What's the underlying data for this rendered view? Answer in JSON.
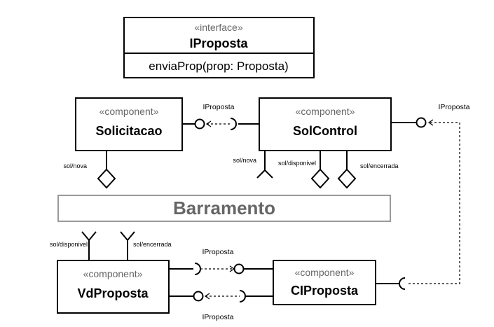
{
  "interface_box": {
    "stereotype": "«interface»",
    "name": "IProposta",
    "operation": "enviaProp(prop: Proposta)"
  },
  "components": {
    "solicitacao": {
      "stereotype": "«component»",
      "name": "Solicitacao"
    },
    "solcontrol": {
      "stereotype": "«component»",
      "name": "SolControl"
    },
    "vdproposta": {
      "stereotype": "«component»",
      "name": "VdProposta"
    },
    "ciproposta": {
      "stereotype": "«component»",
      "name": "CIProposta"
    }
  },
  "bus": {
    "name": "Barramento"
  },
  "labels": {
    "iproposta_top": "IProposta",
    "iproposta_right": "IProposta",
    "iproposta_mid": "IProposta",
    "iproposta_bottom": "IProposta",
    "sol_nova_left": "sol/nova",
    "sol_nova_right": "sol/nova",
    "sol_disponivel_top": "sol/disponivel",
    "sol_encerrada_top": "sol/encerrada",
    "sol_disponivel_bottom": "sol/disponivel",
    "sol_encerrada_bottom": "sol/encerrada"
  },
  "colors": {
    "stereotype_text": "#666666",
    "bus_text": "#666666",
    "bus_border": "#9a9a9a",
    "line": "#000000"
  }
}
